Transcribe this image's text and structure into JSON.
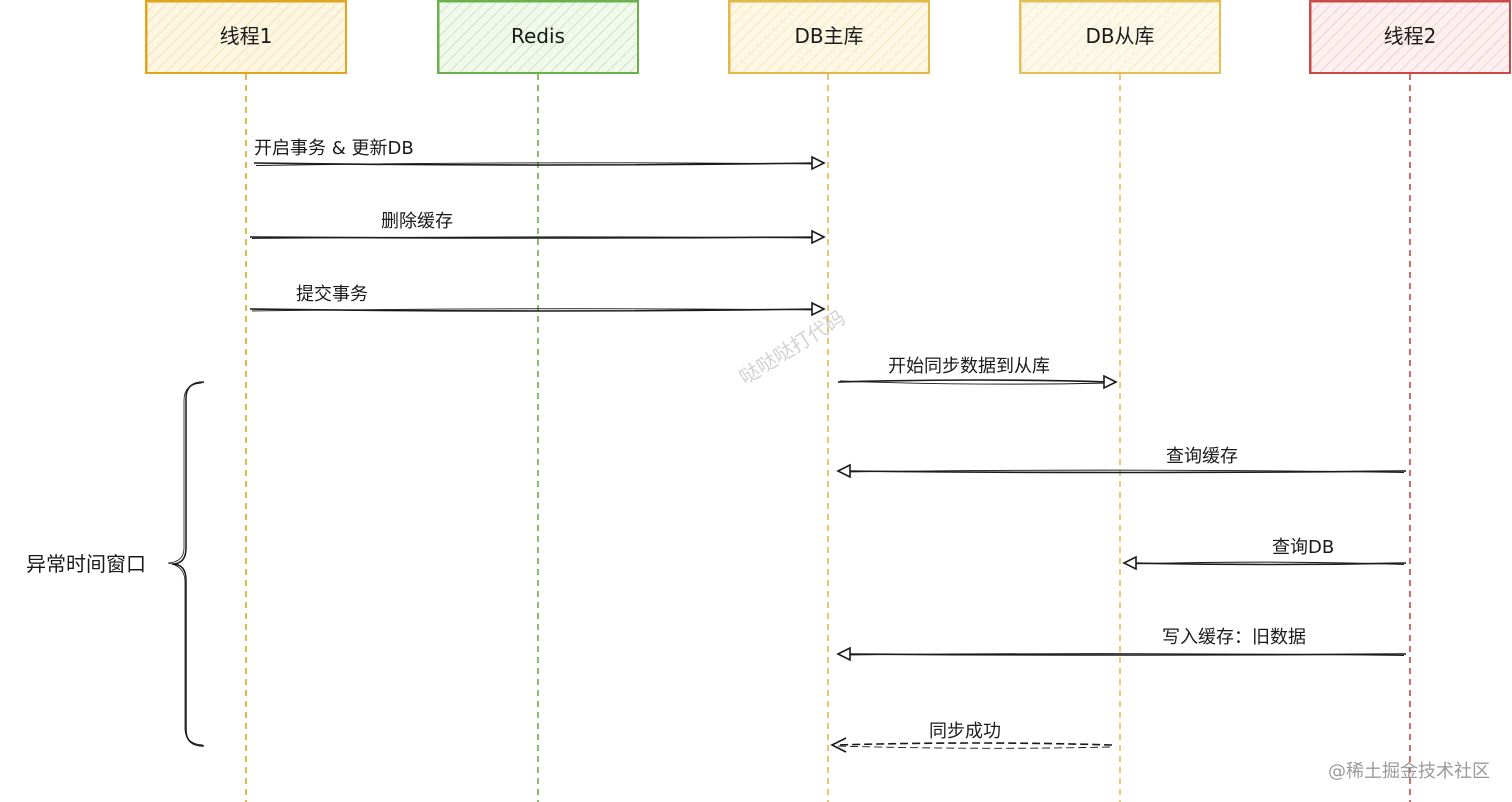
{
  "actors": [
    {
      "id": "t1",
      "label": "线程1",
      "stroke": "#e0a51d",
      "fill": "#fbeecb",
      "line": "#e0a51d"
    },
    {
      "id": "redis",
      "label": "Redis",
      "stroke": "#6ab04c",
      "fill": "#e2f0d6",
      "line": "#6ab04c"
    },
    {
      "id": "master",
      "label": "DB主库",
      "stroke": "#e3b84a",
      "fill": "#fbf1cf",
      "line": "#e3b84a"
    },
    {
      "id": "slave",
      "label": "DB从库",
      "stroke": "#e3c056",
      "fill": "#fcf3d3",
      "line": "#e3c056"
    },
    {
      "id": "t2",
      "label": "线程2",
      "stroke": "#c84a4a",
      "fill": "#f9dada",
      "line": "#c84a4a"
    }
  ],
  "messages": [
    {
      "label": "开启事务 & 更新DB",
      "from": "t1",
      "to": "master",
      "style": "solid"
    },
    {
      "label": "删除缓存",
      "from": "t1",
      "to": "master",
      "style": "solid"
    },
    {
      "label": "提交事务",
      "from": "t1",
      "to": "master",
      "style": "solid"
    },
    {
      "label": "开始同步数据到从库",
      "from": "master",
      "to": "slave",
      "style": "solid"
    },
    {
      "label": "查询缓存",
      "from": "t2",
      "to": "master",
      "style": "solid"
    },
    {
      "label": "查询DB",
      "from": "t2",
      "to": "slave",
      "style": "solid"
    },
    {
      "label": "写入缓存：旧数据",
      "from": "t2",
      "to": "master",
      "style": "solid"
    },
    {
      "label": "同步成功",
      "from": "slave",
      "to": "master",
      "style": "dashed"
    }
  ],
  "brace": {
    "label": "异常时间窗口"
  },
  "watermark": "哒哒哒打代码",
  "footer": "@稀土掘金技术社区",
  "colors": {
    "ink": "#1a1a1a",
    "watermark": "#c8c8c8"
  }
}
